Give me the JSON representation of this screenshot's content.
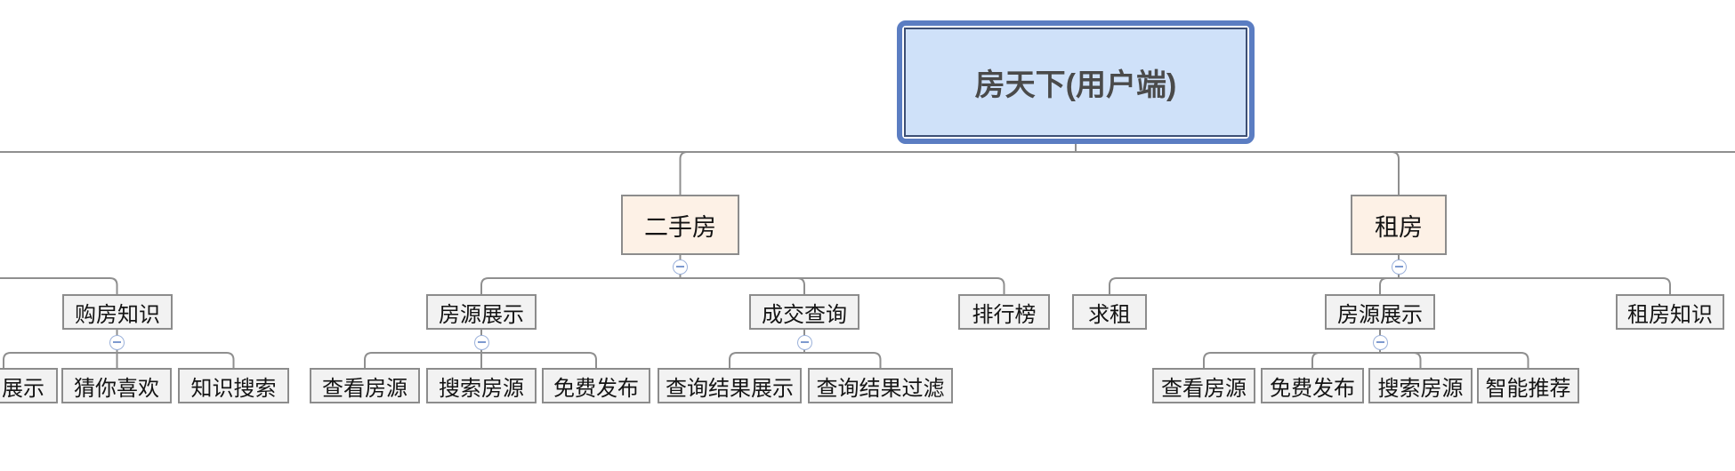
{
  "diagram": {
    "root": {
      "label": "房天下(用户端)"
    },
    "branches": [
      {
        "label": "二手房",
        "children": [
          {
            "label": "房源展示",
            "children": [
              {
                "label": "查看房源"
              },
              {
                "label": "搜索房源"
              },
              {
                "label": "免费发布"
              }
            ]
          },
          {
            "label": "成交查询",
            "children": [
              {
                "label": "查询结果展示"
              },
              {
                "label": "查询结果过滤"
              }
            ]
          },
          {
            "label": "排行榜",
            "children": []
          }
        ]
      },
      {
        "label": "租房",
        "children": [
          {
            "label": "求租",
            "children": []
          },
          {
            "label": "房源展示",
            "children": [
              {
                "label": "查看房源"
              },
              {
                "label": "免费发布"
              },
              {
                "label": "搜索房源"
              },
              {
                "label": "智能推荐"
              }
            ]
          },
          {
            "label": "租房知识",
            "children": []
          }
        ]
      }
    ],
    "partial_left_branch": {
      "children": [
        {
          "label": "购房知识",
          "children": [
            {
              "label": "展示"
            },
            {
              "label": "猜你喜欢"
            },
            {
              "label": "知识搜索"
            }
          ]
        }
      ]
    },
    "colors": {
      "root_fill": "#cfe1f9",
      "root_border": "#5b7dc2",
      "root_inner_border": "#3d4f75",
      "branch_fill": "#fdf1e6",
      "node_fill": "#f2f2f2",
      "node_border": "#8c8c8c",
      "line": "#8f8f8f",
      "collapse_icon_border": "#9bb1da"
    }
  }
}
